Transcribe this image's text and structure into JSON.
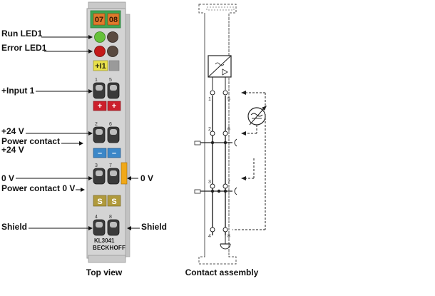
{
  "labels_left": {
    "run_led1": "Run LED1",
    "error_led1": "Error LED1",
    "input1": "+Input 1",
    "v24": "+24 V",
    "power_contact_line1": "Power contact",
    "power_contact_line2": "+24 V",
    "zero_v": "0 V",
    "power_contact_0v": "Power contact 0 V",
    "shield": "Shield"
  },
  "labels_right": {
    "zero_v": "0 V",
    "shield": "Shield"
  },
  "terminal": {
    "led_top_left": "07",
    "led_top_right": "08",
    "input_marker": "+I1",
    "plus_mark": "+",
    "minus_mark": "–",
    "shield_mark": "S",
    "model": "KL3041",
    "brand": "BECKHOFF",
    "row_numbers": [
      "1",
      "5",
      "2",
      "6",
      "3",
      "7",
      "4",
      "8"
    ]
  },
  "contact_numbers": [
    "1",
    "5",
    "2",
    "6",
    "3",
    "7",
    "4",
    "8"
  ],
  "captions": {
    "top_view": "Top view",
    "contact_assembly": "Contact assembly"
  },
  "colors": {
    "terminal_body": "#d4d4d4",
    "led_header_green": "#3ea552",
    "led_number_orange": "#e07a2c",
    "run_led_green": "#66c23a",
    "error_led_red": "#c41a1a",
    "off_led_brown": "#5a4a40",
    "input_yellow": "#e8e04a",
    "plus_red": "#cc1f2b",
    "minus_blue": "#3b87c8",
    "shield_olive": "#b09a3c",
    "orange_tab": "#f0a818"
  }
}
